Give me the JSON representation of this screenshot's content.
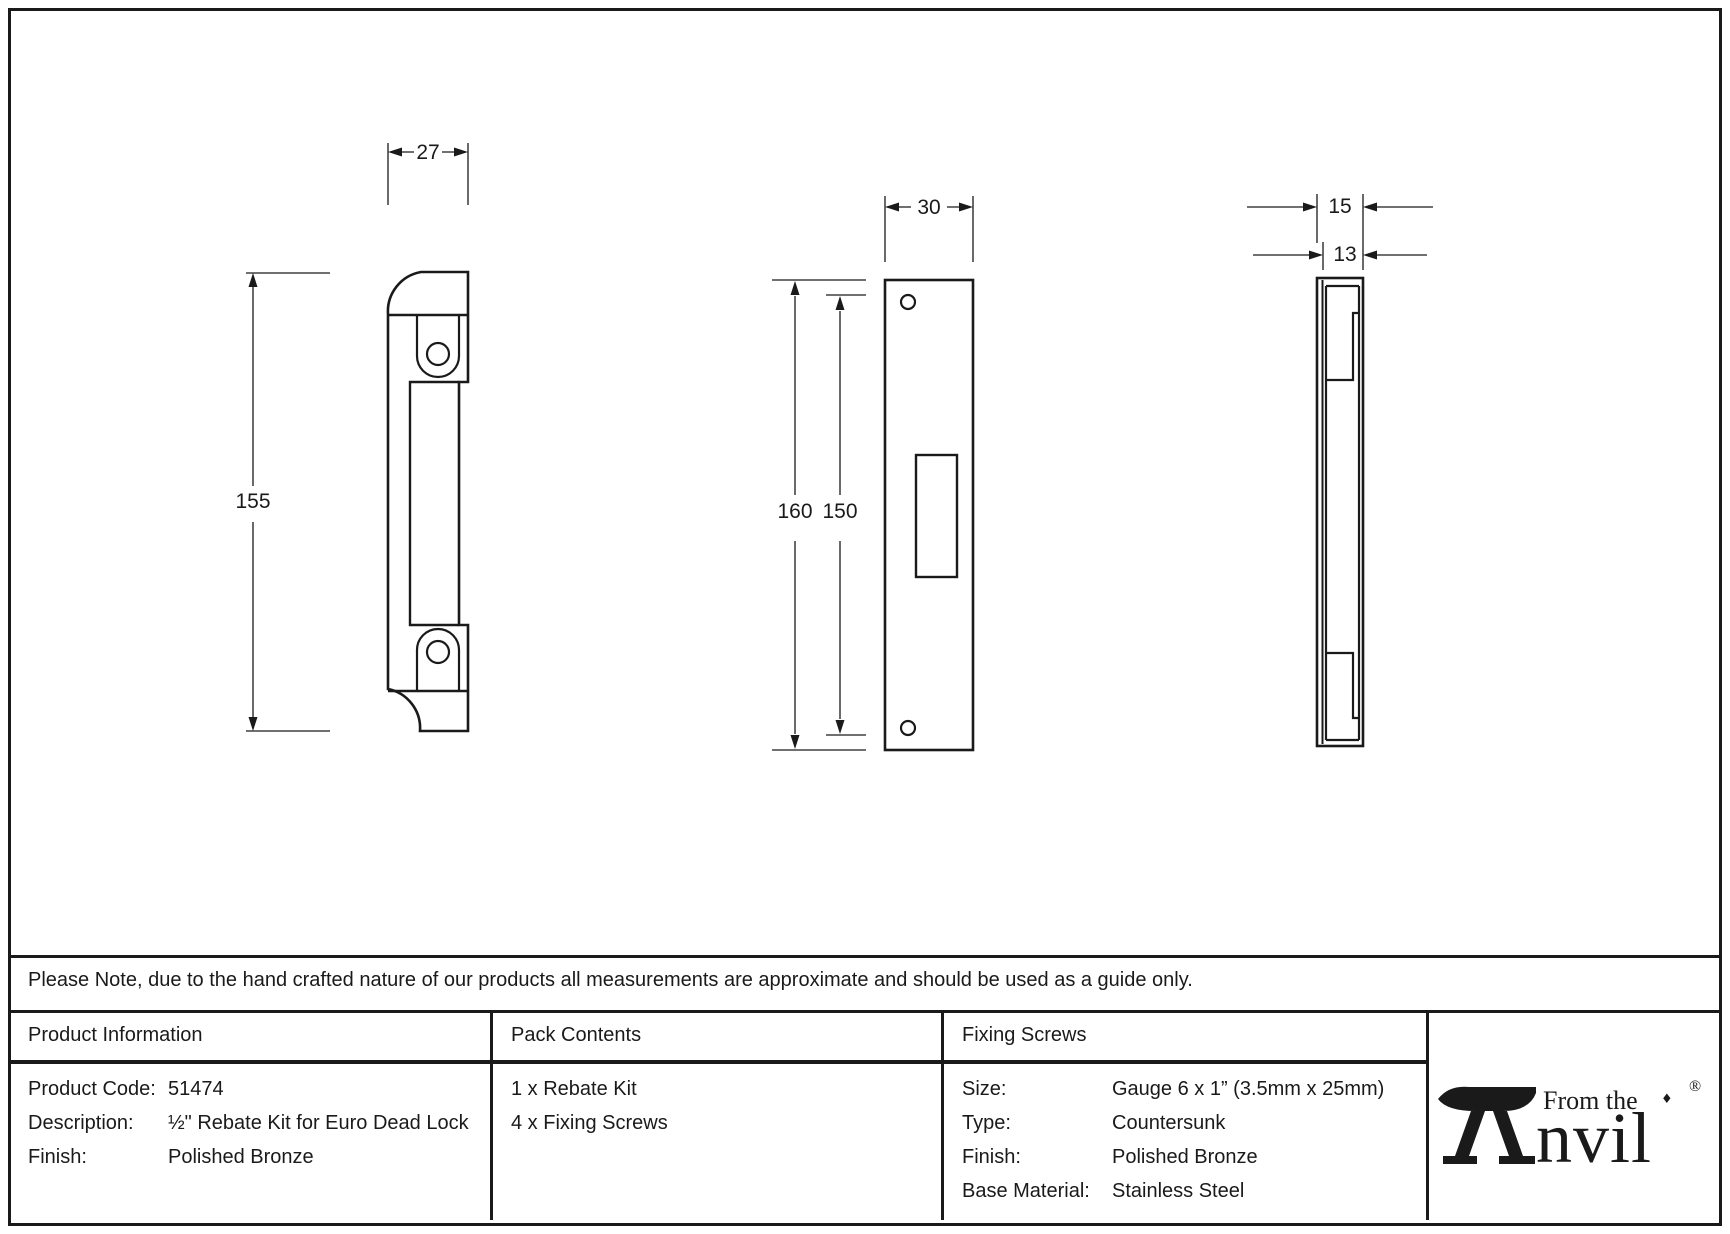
{
  "note": "Please Note, due to the hand crafted nature of our products all measurements are approximate and should be used as a guide only.",
  "views": {
    "front": {
      "width_dim": "27",
      "height_dim": "155"
    },
    "face": {
      "width_dim": "30",
      "height_outer": "160",
      "height_inner": "150"
    },
    "side": {
      "width_outer": "15",
      "width_inner": "13"
    }
  },
  "table": {
    "product_information": {
      "header": "Product Information",
      "rows": [
        {
          "label": "Product Code:",
          "value": "51474"
        },
        {
          "label": "Description:",
          "value": "½\" Rebate Kit for Euro Dead Lock"
        },
        {
          "label": "Finish:",
          "value": "Polished Bronze"
        }
      ]
    },
    "pack_contents": {
      "header": "Pack Contents",
      "items": [
        "1 x Rebate Kit",
        "4 x Fixing Screws"
      ]
    },
    "fixing_screws": {
      "header": "Fixing Screws",
      "rows": [
        {
          "label": "Size:",
          "value": "Gauge 6 x 1” (3.5mm x 25mm)"
        },
        {
          "label": "Type:",
          "value": "Countersunk"
        },
        {
          "label": "Finish:",
          "value": "Polished Bronze"
        },
        {
          "label": "Base Material:",
          "value": "Stainless Steel"
        }
      ]
    }
  },
  "logo": {
    "prefix": "From the",
    "diamond": "♦",
    "name_rest": "nvil",
    "registered": "®"
  },
  "colors": {
    "ink": "#1a1a1a",
    "background": "#ffffff"
  }
}
